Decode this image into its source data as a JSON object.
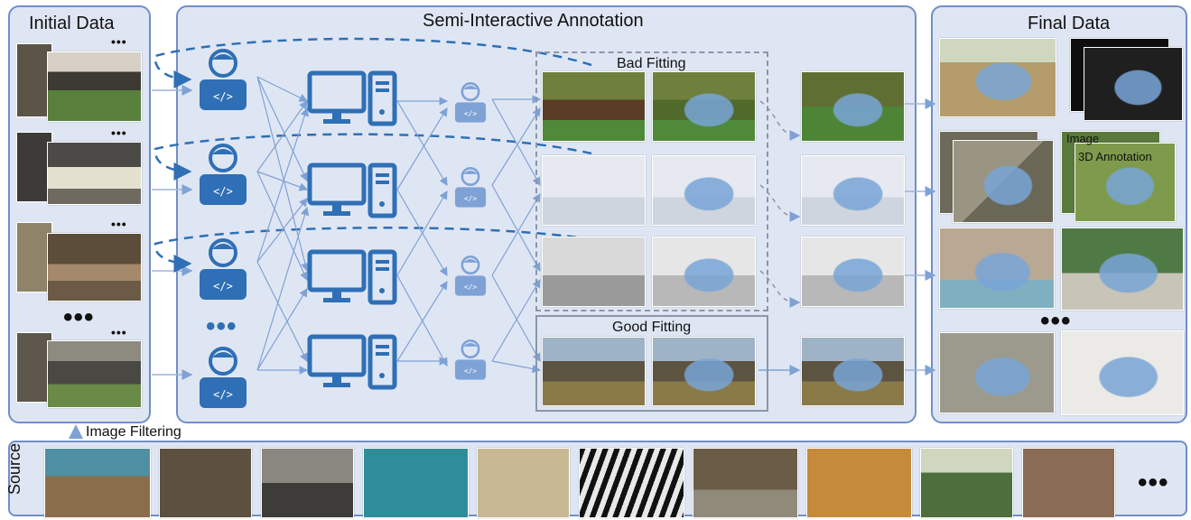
{
  "panels": {
    "initial_title": "Initial Data",
    "semi_title": "Semi-Interactive Annotation",
    "final_title": "Final Data",
    "source_label": "Source"
  },
  "labels": {
    "bad_fitting": "Bad Fitting",
    "good_fitting": "Good Fitting",
    "image_filtering": "Image Filtering",
    "image_tag": "Image",
    "annotation_tag": "3D Annotation",
    "ellipsis": "•••"
  },
  "colors": {
    "panel_fill": "#dfe6f3",
    "panel_border": "#6f8fc6",
    "icon_blue": "#2f6fb5",
    "icon_light_blue": "#7fa2d6",
    "arrow_blue": "#4a7fc1",
    "mesh_blue": "#8fb4e0"
  },
  "icons": {
    "annotator": "person-laptop-icon",
    "computer": "desktop-computer-icon",
    "reviewer": "person-laptop-icon"
  },
  "photo_palette": {
    "initial": [
      "#5b6f3f",
      "#40413e",
      "#8a7b5c",
      "#4d6e45"
    ],
    "fitting": [
      "#6a7a3a",
      "#d9dee6",
      "#bcbcbc",
      "#6d7046"
    ],
    "final": [
      "#b59c6c",
      "#1f1f1f",
      "#7b7763",
      "#84a454",
      "#b9a893",
      "#527b4a",
      "#9c9a8c",
      "#d8d6d2"
    ],
    "source": [
      "#5a7585",
      "#5d5040",
      "#6a6763",
      "#3a7f8c",
      "#8a8060",
      "#55574f",
      "#6b5c47",
      "#c68a3c",
      "#4f6e3e",
      "#8a6b55"
    ]
  }
}
